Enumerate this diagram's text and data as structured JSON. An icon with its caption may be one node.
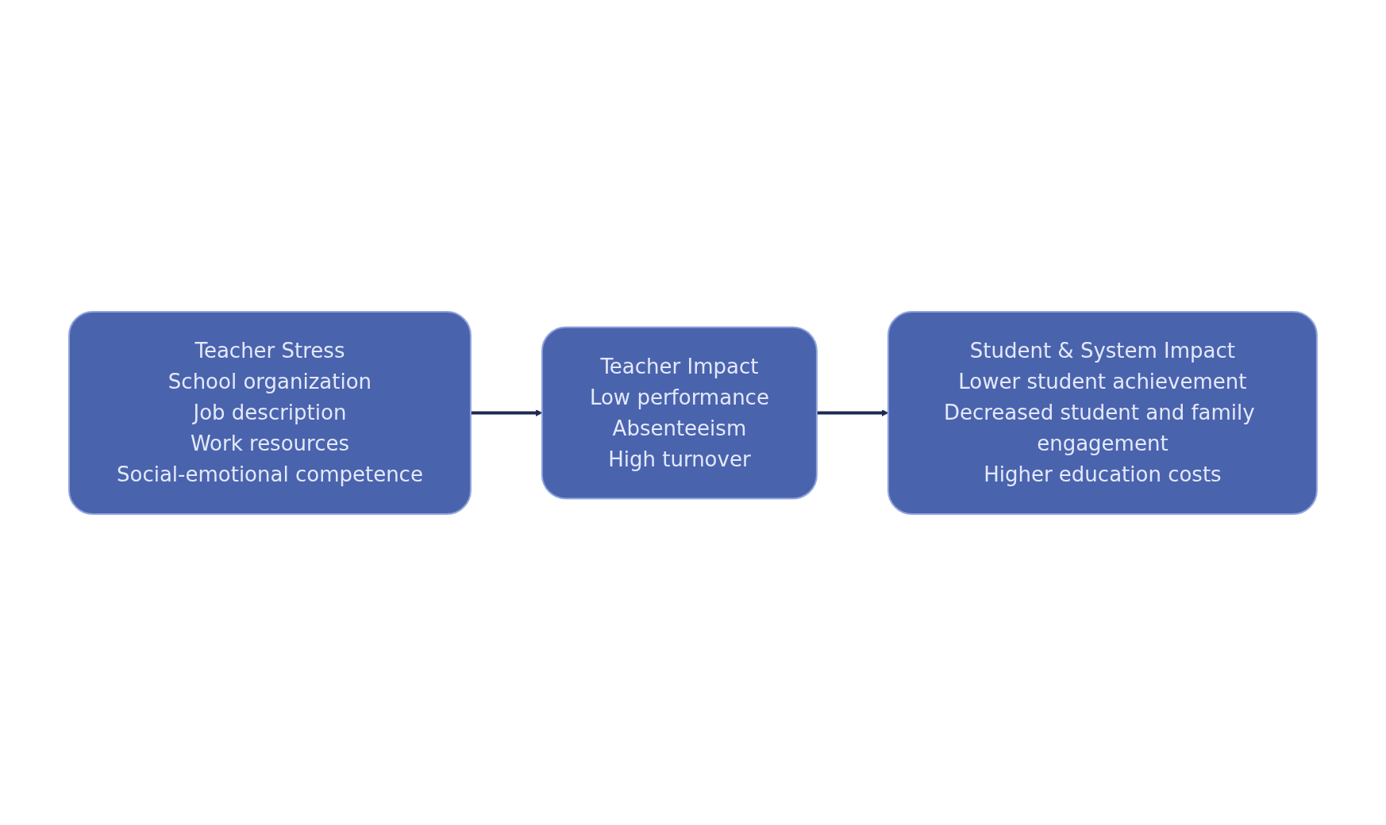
{
  "diagram": {
    "nodes": [
      {
        "text": [
          "Teacher Stress",
          "School organization",
          "Job description",
          "Work resources",
          "Social-emotional competence"
        ]
      },
      {
        "text": [
          "Teacher Impact",
          "Low performance",
          "Absenteeism",
          "High turnover"
        ]
      },
      {
        "text": [
          "Student & System Impact",
          "Lower student achievement",
          "Decreased student and family engagement",
          "Higher education costs"
        ]
      }
    ],
    "edges": [
      {
        "from": 0,
        "to": 1,
        "arrow": "to"
      },
      {
        "from": 1,
        "to": 2,
        "arrow": "to"
      }
    ]
  }
}
